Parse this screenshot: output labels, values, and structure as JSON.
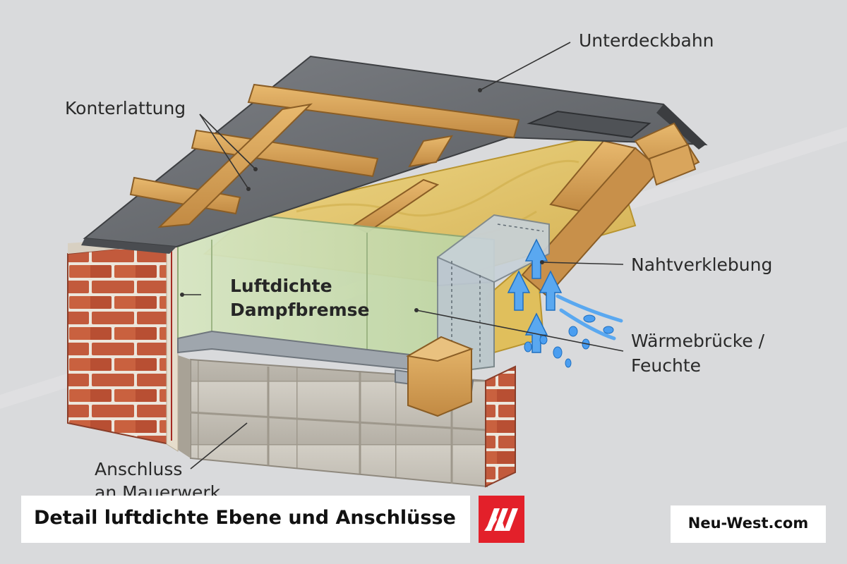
{
  "labels": {
    "unterdeckbahn": "Unterdeckbahn",
    "konterlattung": "Konterlattung",
    "dampfbremse_line1": "Luftdichte",
    "dampfbremse_line2": "Dampfbremse",
    "nahtverklebung": "Nahtverklebung",
    "waermebruecke_line1": "Wärmebrücke /",
    "waermebruecke_line2": "Feuchte",
    "anschluss_line1": "Anschluss",
    "anschluss_line2": "an Mauerwerk"
  },
  "caption": "Detail luftdichte Ebene und Anschlüsse",
  "brand": {
    "logo_letters": "/W",
    "site": "Neu-West.com",
    "logo_color": "#e3202a"
  },
  "colors": {
    "background": "#d9dadc",
    "roof_membrane": "#6c6f73",
    "timber": "#d9a55c",
    "insulation": "#e4c86a",
    "vapour_barrier": "#c9dcb0",
    "brick": "#c0563a",
    "concrete": "#c9c5bd",
    "tape": "#b8c4cc",
    "moisture": "#3a8fe0"
  }
}
